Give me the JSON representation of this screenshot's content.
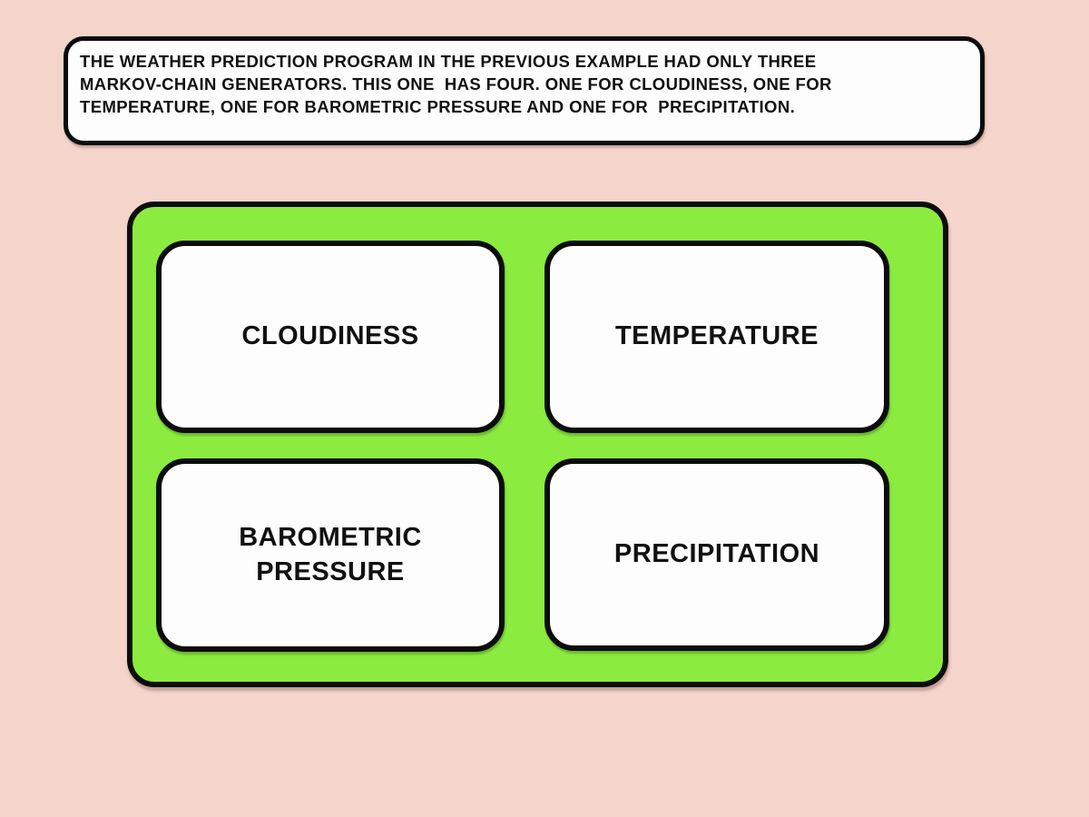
{
  "colors": {
    "page_background": "#f5d5cb",
    "container_green": "#8ceb3f",
    "box_white": "#fdfdfd",
    "border_black": "#0c0c0c",
    "text_black": "#111111"
  },
  "banner": {
    "lines": [
      "THE WEATHER PREDICTION PROGRAM IN THE PREVIOUS EXAMPLE HAD ONLY THREE",
      "MARKOV-CHAIN GENERATORS. THIS ONE  HAS FOUR. ONE FOR CLOUDINESS, ONE FOR",
      "TEMPERATURE, ONE FOR BAROMETRIC PRESSURE AND ONE FOR  PRECIPITATION."
    ]
  },
  "diagram": {
    "generators": [
      {
        "id": "cloudiness",
        "label": "CLOUDINESS"
      },
      {
        "id": "temperature",
        "label": "TEMPERATURE"
      },
      {
        "id": "barometric-pressure",
        "label": "BAROMETRIC\nPRESSURE"
      },
      {
        "id": "precipitation",
        "label": "PRECIPITATION"
      }
    ]
  }
}
